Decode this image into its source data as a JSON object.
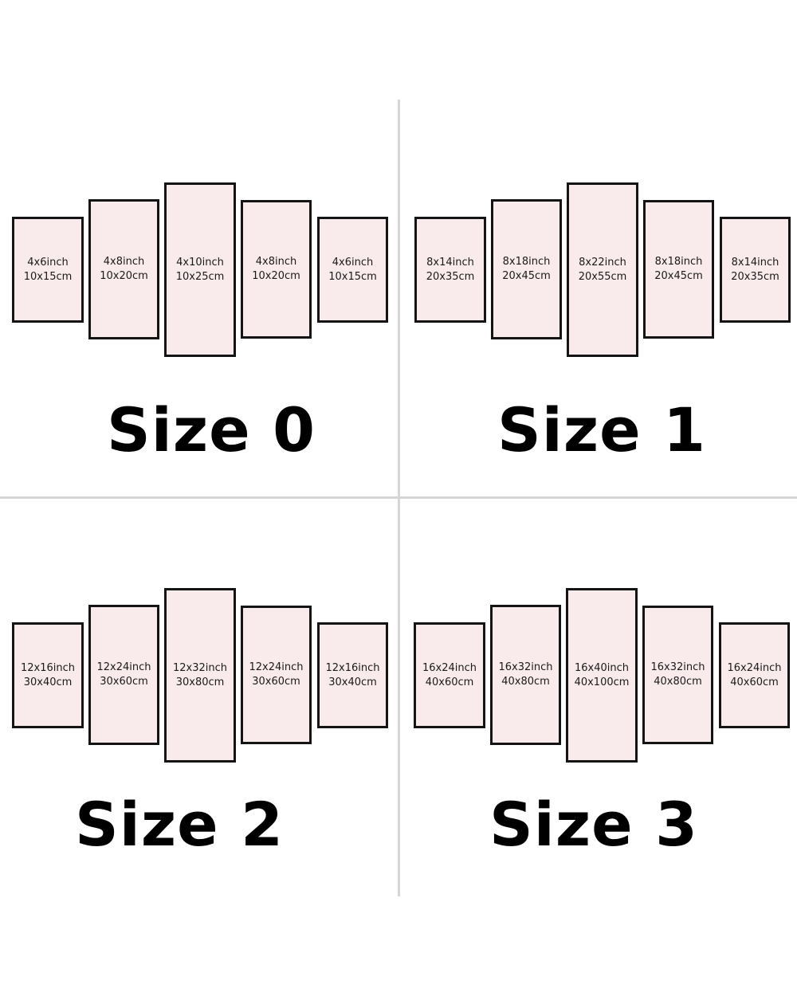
{
  "groups": [
    {
      "title": "Size 0",
      "panels": [
        {
          "inch": "4x6inch",
          "cm": "10x15cm"
        },
        {
          "inch": "4x8inch",
          "cm": "10x20cm"
        },
        {
          "inch": "4x10inch",
          "cm": "10x25cm"
        },
        {
          "inch": "4x8inch",
          "cm": "10x20cm"
        },
        {
          "inch": "4x6inch",
          "cm": "10x15cm"
        }
      ]
    },
    {
      "title": "Size 1",
      "panels": [
        {
          "inch": "8x14inch",
          "cm": "20x35cm"
        },
        {
          "inch": "8x18inch",
          "cm": "20x45cm"
        },
        {
          "inch": "8x22inch",
          "cm": "20x55cm"
        },
        {
          "inch": "8x18inch",
          "cm": "20x45cm"
        },
        {
          "inch": "8x14inch",
          "cm": "20x35cm"
        }
      ]
    },
    {
      "title": "Size 2",
      "panels": [
        {
          "inch": "12x16inch",
          "cm": "30x40cm"
        },
        {
          "inch": "12x24inch",
          "cm": "30x60cm"
        },
        {
          "inch": "12x32inch",
          "cm": "30x80cm"
        },
        {
          "inch": "12x24inch",
          "cm": "30x60cm"
        },
        {
          "inch": "12x16inch",
          "cm": "30x40cm"
        }
      ]
    },
    {
      "title": "Size 3",
      "panels": [
        {
          "inch": "16x24inch",
          "cm": "40x60cm"
        },
        {
          "inch": "16x32inch",
          "cm": "40x80cm"
        },
        {
          "inch": "16x40inch",
          "cm": "40x100cm"
        },
        {
          "inch": "16x32inch",
          "cm": "40x80cm"
        },
        {
          "inch": "16x24inch",
          "cm": "40x60cm"
        }
      ]
    }
  ],
  "colors": {
    "panel_fill": "#f9ebeb",
    "panel_border": "#141414",
    "divider": "#d6d6d6"
  }
}
